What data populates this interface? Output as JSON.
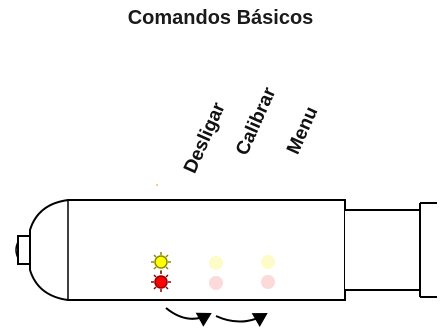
{
  "title": "Comandos Básicos",
  "commands": [
    "Desligar",
    "Calibrar",
    "Menu"
  ],
  "colors": {
    "led_yellow_on": "#ffff00",
    "led_yellow_ring": "#8a8a00",
    "led_red_on": "#ff0000",
    "led_red_ring": "#900000",
    "led_yellow_dim": "#fdfbc8",
    "led_red_dim": "#fcdada",
    "outline": "#000000"
  }
}
